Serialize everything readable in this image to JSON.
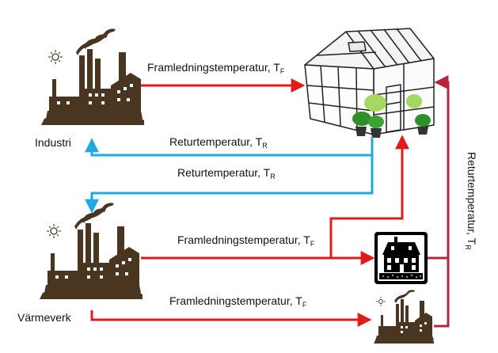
{
  "nodes": {
    "industri": "Industri",
    "varmeverk": "Värmeverk"
  },
  "flows": {
    "framledning_industri": {
      "text": "Framledningstemperatur, T",
      "sub": "F"
    },
    "retur_to_industri": {
      "text": "Returtemperatur, T",
      "sub": "R"
    },
    "retur_to_varmeverk": {
      "text": "Returtemperatur, T",
      "sub": "R"
    },
    "framledning_varmeverk_1": {
      "text": "Framledningstemperatur, T",
      "sub": "F"
    },
    "framledning_varmeverk_2": {
      "text": "Framledningstemperatur, T",
      "sub": "F"
    },
    "retur_vertical": {
      "text": "Returtemperatur, T",
      "sub": "R"
    }
  },
  "colors": {
    "supply": "#e01b1b",
    "return_blue": "#20a8e0",
    "return_dark": "#b4243c",
    "factory": "#4a3520"
  },
  "icons": [
    "factory-icon",
    "greenhouse-icon",
    "house-icon",
    "sun-icon"
  ]
}
